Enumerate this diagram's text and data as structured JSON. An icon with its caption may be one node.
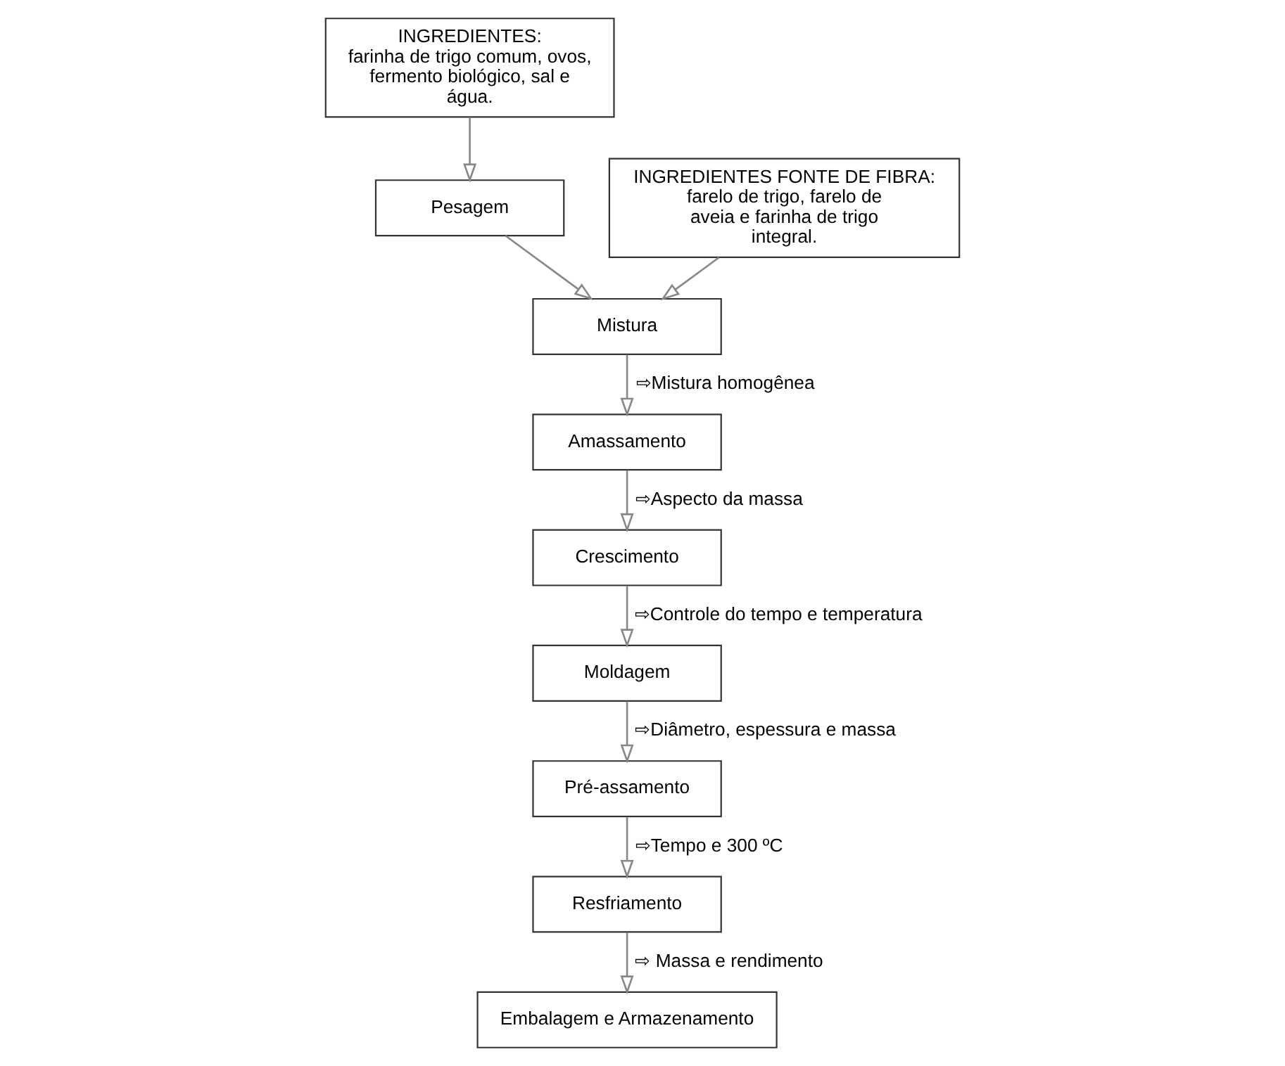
{
  "diagram": {
    "nodes": [
      {
        "text": [
          "INGREDIENTES:",
          "farinha de trigo comum, ovos, fermento biológico, sal e água."
        ]
      },
      {
        "text": [
          "INGREDIENTES FONTE DE FIBRA: farelo de trigo, farelo de aveia e farinha de trigo integral."
        ]
      },
      {
        "text": [
          "Pesagem"
        ]
      },
      {
        "text": [
          "Mistura"
        ]
      },
      {
        "text": [
          "Amassamento"
        ]
      },
      {
        "text": [
          "Crescimento"
        ]
      },
      {
        "text": [
          "Moldagem"
        ]
      },
      {
        "text": [
          "Pré-assamento"
        ]
      },
      {
        "text": [
          "Resfriamento"
        ]
      },
      {
        "text": [
          "Embalagem e Armazenamento"
        ]
      }
    ],
    "edges": [
      {
        "from": 0,
        "to": 2,
        "arrow": "to"
      },
      {
        "from": 2,
        "to": 3,
        "arrow": "to"
      },
      {
        "from": 1,
        "to": 3,
        "arrow": "to"
      },
      {
        "from": 3,
        "to": 4,
        "arrow": "to",
        "label": "⇨Mistura homogênea"
      },
      {
        "from": 4,
        "to": 5,
        "arrow": "to",
        "label": "⇨Aspecto da massa"
      },
      {
        "from": 5,
        "to": 6,
        "arrow": "to",
        "label": "⇨Controle do tempo e temperatura"
      },
      {
        "from": 6,
        "to": 7,
        "arrow": "to",
        "label": "⇨Diâmetro, espessura e massa"
      },
      {
        "from": 7,
        "to": 8,
        "arrow": "to",
        "label": "⇨Tempo e 300 ºC"
      },
      {
        "from": 8,
        "to": 9,
        "arrow": "to",
        "label": "⇨ Massa e rendimento"
      }
    ]
  }
}
